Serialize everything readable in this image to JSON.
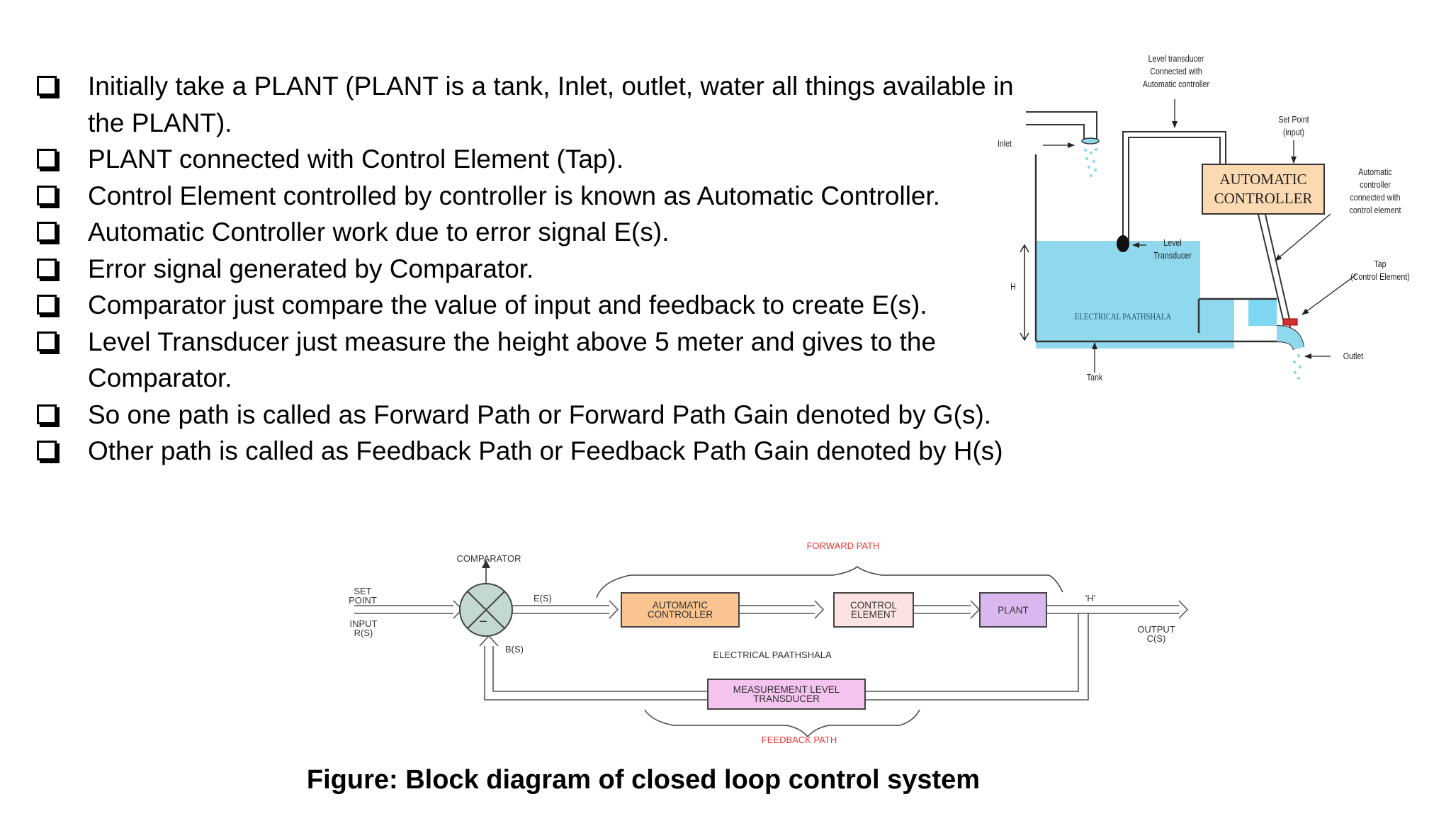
{
  "bullets": [
    "Initially take a PLANT (PLANT is a tank, Inlet, outlet, water all things available in the PLANT).",
    "PLANT connected with Control Element (Tap).",
    "Control Element controlled by controller is known as Automatic Controller.",
    "Automatic Controller work due to error signal E(s).",
    "Error signal generated by Comparator.",
    "Comparator just compare the value of input and feedback to create E(s).",
    "Level Transducer just measure the height above 5 meter and gives to the Comparator.",
    "So one path is called as Forward Path or Forward Path Gain denoted by G(s).",
    "Other path is called as Feedback Path or Feedback Path Gain denoted by H(s)"
  ],
  "tank_diagram": {
    "level_transducer_top": "Level transducer\nConnected with\nAutomatic controller",
    "inlet": "Inlet",
    "set_point": "Set Point\n(input)",
    "controller": "AUTOMATIC\nCONTROLLER",
    "auto_ctrl_note": "Automatic\ncontroller\nconnected with\ncontrol element",
    "level_transducer": "Level\nTransducer",
    "tap": "Tap\n(Control Element)",
    "height": "H",
    "watermark": "ELECTRICAL PAATHSHALA",
    "outlet": "Outlet",
    "tank": "Tank",
    "colors": {
      "water": "#8fd8ee",
      "controller_fill": "#fbd9b1",
      "tap": "#d32f2f"
    }
  },
  "block_diagram": {
    "forward_path": "FORWARD PATH",
    "comparator": "COMPARATOR",
    "set_point": "SET\nPOINT",
    "input": "INPUT\nR(S)",
    "error": "E(S)",
    "feedback_signal": "B(S)",
    "minus": "−",
    "automatic_controller": "AUTOMATIC\nCONTROLLER",
    "control_element": "CONTROL\nELEMENT",
    "plant": "PLANT",
    "h_label": "'H'",
    "output": "OUTPUT\nC(S)",
    "watermark": "ELECTRICAL PAATHSHALA",
    "measurement": "MEASUREMENT LEVEL\nTRANSDUCER",
    "feedback_path": "FEEDBACK PATH",
    "colors": {
      "automatic_controller": "#f9c48f",
      "control_element": "#fbe3e1",
      "plant": "#d9b8ef",
      "measurement": "#f4c3ee",
      "path_labels": "#e53935"
    }
  },
  "caption": "Figure: Block diagram of closed loop control system"
}
